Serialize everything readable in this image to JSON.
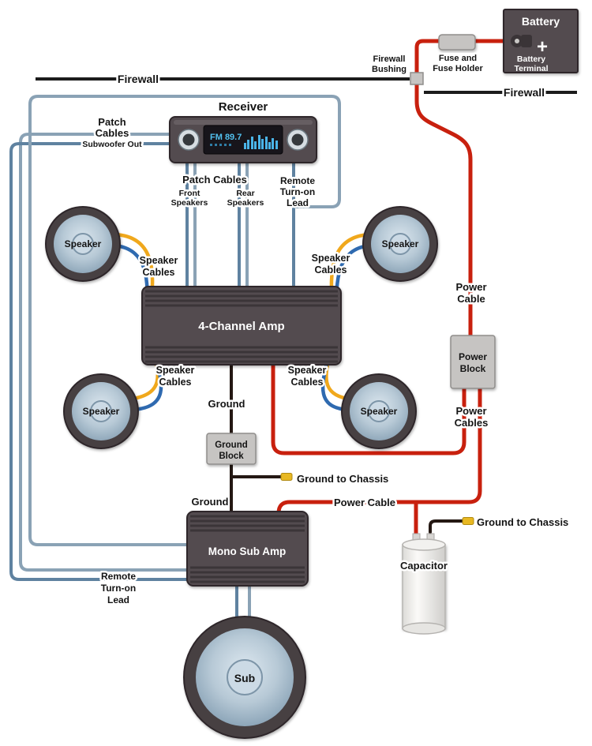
{
  "colors": {
    "power-cable": "#c8200e",
    "ground-wire": "#241813",
    "patch-cable": "#8aa2b5",
    "patch-cable-dark": "#5f82a0",
    "speaker-wire-yellow": "#f0a81c",
    "speaker-wire-blue": "#2f6ab0",
    "component-body": "#534b4f",
    "component-fin": "#3b3538",
    "block-fill": "#c6c4c2",
    "block-border": "#8f8d8b",
    "chassis-terminal": "#e8b822",
    "display-text": "#52c0ee",
    "firewall-line": "#1c1c1c"
  },
  "battery": {
    "label": "Battery",
    "plus": "+",
    "terminal_line1": "Battery",
    "terminal_line2": "Terminal"
  },
  "fuse": {
    "line1": "Fuse and",
    "line2": "Fuse Holder"
  },
  "firewall": {
    "left": "Firewall",
    "right": "Firewall",
    "bushing_line1": "Firewall",
    "bushing_line2": "Bushing"
  },
  "receiver": {
    "title": "Receiver",
    "display": "FM 89.7"
  },
  "patch_subwoofer": {
    "line1": "Patch",
    "line2": "Cables",
    "line3": "Subwoofer Out"
  },
  "patch_main": {
    "title": "Patch Cables",
    "front_line1": "Front",
    "front_line2": "Speakers",
    "rear_line1": "Rear",
    "rear_line2": "Speakers"
  },
  "remote_top": {
    "line1": "Remote",
    "line2": "Turn-on",
    "line3": "Lead"
  },
  "remote_bottom": {
    "line1": "Remote",
    "line2": "Turn-on",
    "line3": "Lead"
  },
  "speaker_label": "Speaker",
  "speaker_cables": {
    "line1": "Speaker",
    "line2": "Cables"
  },
  "amp4": {
    "label": "4-Channel Amp"
  },
  "mono_amp": {
    "label": "Mono Sub Amp"
  },
  "ground": {
    "label": "Ground",
    "block_line1": "Ground",
    "block_line2": "Block",
    "to_chassis": "Ground to Chassis"
  },
  "power": {
    "cable_line1": "Power",
    "cable_line2": "Cable",
    "block_line1": "Power",
    "block_line2": "Block",
    "cables_line1": "Power",
    "cables_line2": "Cables",
    "cable_bottom": "Power Cable"
  },
  "capacitor": {
    "label": "Capacitor"
  },
  "sub": {
    "label": "Sub"
  }
}
